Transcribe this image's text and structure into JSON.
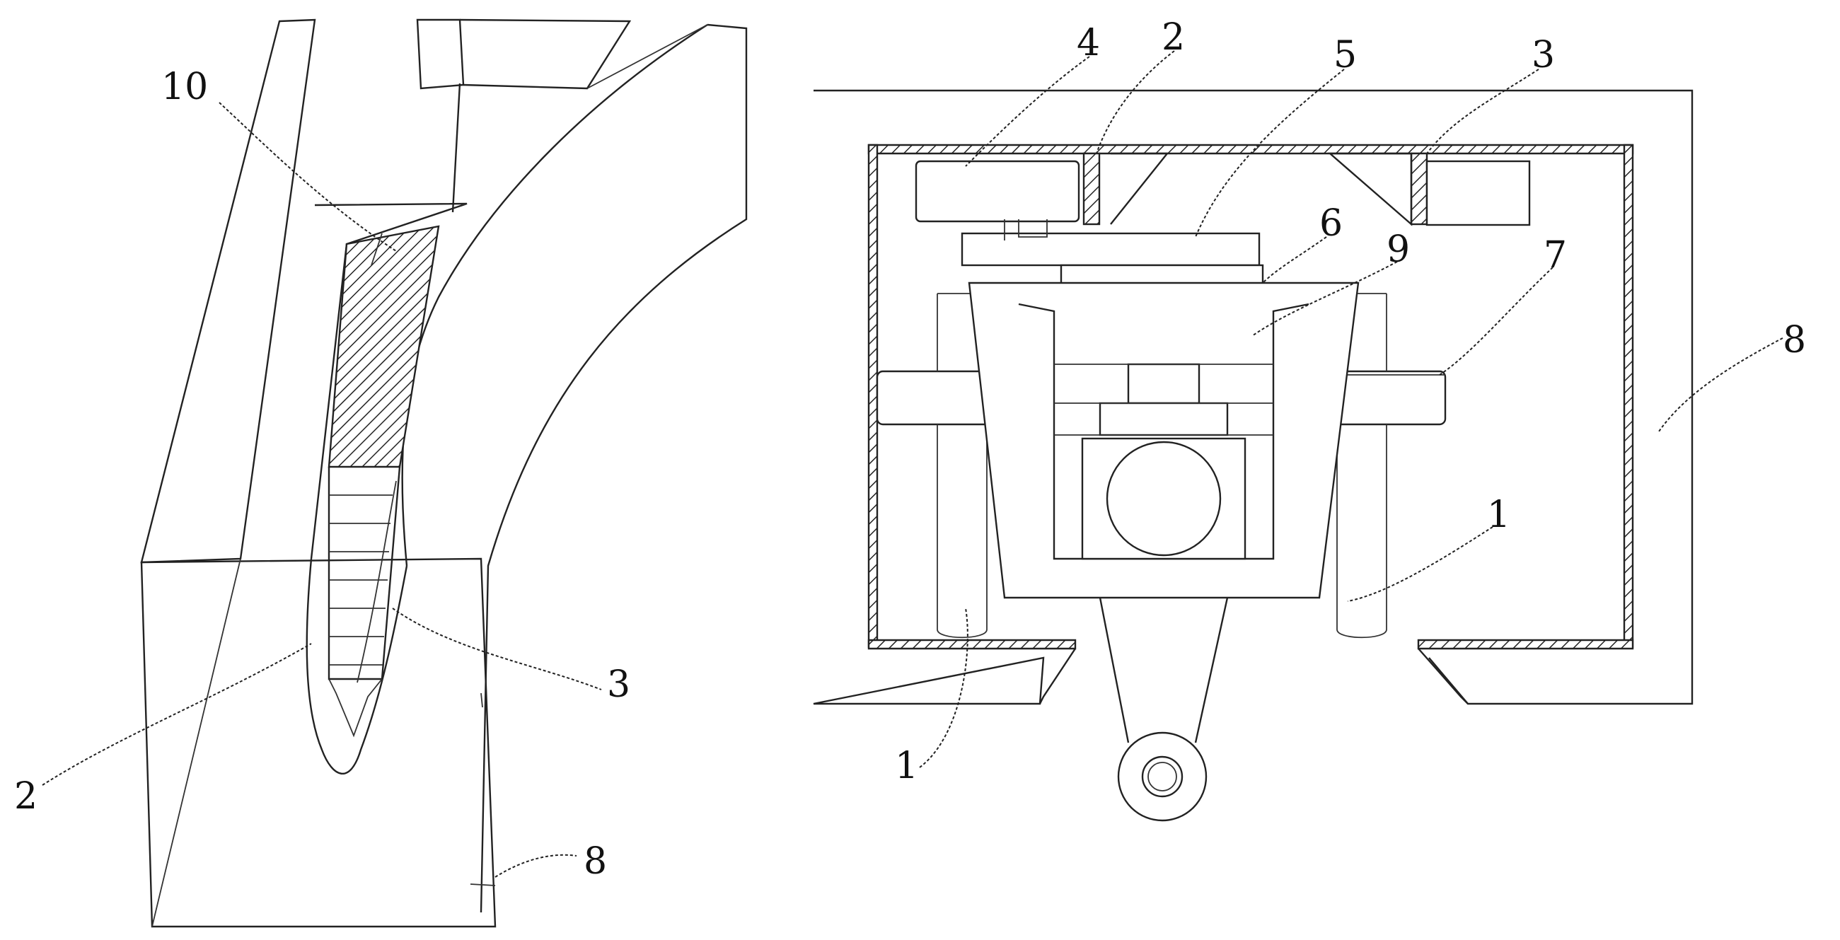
{
  "figure": {
    "left_view": {
      "labels": [
        "10",
        "3",
        "2",
        "8"
      ]
    },
    "right_view": {
      "labels": [
        "4",
        "2",
        "5",
        "3",
        "6",
        "9",
        "7",
        "8",
        "1",
        "1"
      ]
    }
  }
}
